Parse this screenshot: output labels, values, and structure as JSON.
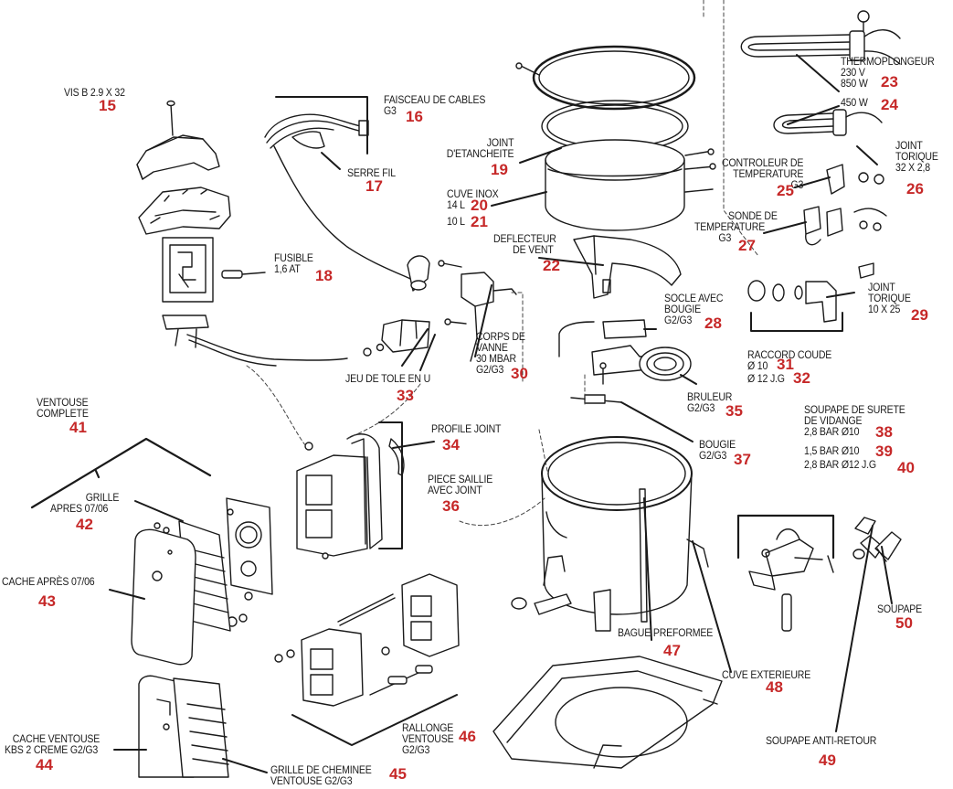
{
  "diagram": {
    "accent_color": "#c62828",
    "line_color": "#1a1a1a",
    "parts": [
      {
        "num": "15",
        "lines": [
          "VIS B 2.9 X 32"
        ]
      },
      {
        "num": "16",
        "lines": [
          "FAISCEAU DE CABLES",
          "G3"
        ]
      },
      {
        "num": "17",
        "lines": [
          "SERRE FIL"
        ]
      },
      {
        "num": "18",
        "lines": [
          "FUSIBLE",
          "1,6 AT"
        ]
      },
      {
        "num": "19",
        "lines": [
          "JOINT",
          "D'ETANCHEITE"
        ]
      },
      {
        "num": "20",
        "lines": [
          "CUVE INOX",
          "14 L"
        ]
      },
      {
        "num": "21",
        "lines": [
          "10 L"
        ]
      },
      {
        "num": "22",
        "lines": [
          "DEFLECTEUR",
          "DE VENT"
        ]
      },
      {
        "num": "23",
        "lines": [
          "THERMOPLONGEUR",
          "230 V",
          "850 W"
        ]
      },
      {
        "num": "24",
        "lines": [
          "450 W"
        ]
      },
      {
        "num": "25",
        "lines": [
          "CONTROLEUR DE",
          "TEMPERATURE",
          "G3"
        ]
      },
      {
        "num": "26",
        "lines": [
          "JOINT",
          "TORIQUE",
          "32 X 2,8"
        ]
      },
      {
        "num": "27",
        "lines": [
          "SONDE DE",
          "TEMPERATURE",
          "G3"
        ]
      },
      {
        "num": "28",
        "lines": [
          "SOCLE AVEC",
          "BOUGIE",
          "G2/G3"
        ]
      },
      {
        "num": "29",
        "lines": [
          "JOINT",
          "TORIQUE",
          "10 X 25"
        ]
      },
      {
        "num": "30",
        "lines": [
          "CORPS DE",
          "VANNE",
          "30 MBAR",
          "G2/G3"
        ]
      },
      {
        "num": "31",
        "lines": [
          "RACCORD COUDE",
          "Ø 10"
        ]
      },
      {
        "num": "32",
        "lines": [
          "Ø 12 J.G"
        ]
      },
      {
        "num": "33",
        "lines": [
          "JEU DE TOLE EN U"
        ]
      },
      {
        "num": "34",
        "lines": [
          "PROFILE JOINT"
        ]
      },
      {
        "num": "35",
        "lines": [
          "BRULEUR",
          "G2/G3"
        ]
      },
      {
        "num": "36",
        "lines": [
          "PIECE SAILLIE",
          "AVEC JOINT"
        ]
      },
      {
        "num": "37",
        "lines": [
          "BOUGIE",
          "G2/G3"
        ]
      },
      {
        "num": "38",
        "lines": [
          "SOUPAPE DE SURETE",
          "DE VIDANGE",
          "2,8 BAR Ø10"
        ]
      },
      {
        "num": "39",
        "lines": [
          "1,5 BAR Ø10"
        ]
      },
      {
        "num": "40",
        "lines": [
          "2,8 BAR Ø12 J.G"
        ]
      },
      {
        "num": "41",
        "lines": [
          "VENTOUSE",
          "COMPLETE"
        ]
      },
      {
        "num": "42",
        "lines": [
          "GRILLE",
          "APRES 07/06"
        ]
      },
      {
        "num": "43",
        "lines": [
          "CACHE APRÈS 07/06"
        ]
      },
      {
        "num": "44",
        "lines": [
          "CACHE VENTOUSE",
          "KBS 2 CREME G2/G3"
        ]
      },
      {
        "num": "45",
        "lines": [
          "GRILLE DE CHEMINEE",
          "VENTOUSE G2/G3"
        ]
      },
      {
        "num": "46",
        "lines": [
          "RALLONGE",
          "VENTOUSE",
          "G2/G3"
        ]
      },
      {
        "num": "47",
        "lines": [
          "BAGUE PREFORMEE"
        ]
      },
      {
        "num": "48",
        "lines": [
          "CUVE EXTERIEURE"
        ]
      },
      {
        "num": "49",
        "lines": [
          "SOUPAPE ANTI-RETOUR"
        ]
      },
      {
        "num": "50",
        "lines": [
          "SOUPAPE"
        ]
      }
    ]
  }
}
